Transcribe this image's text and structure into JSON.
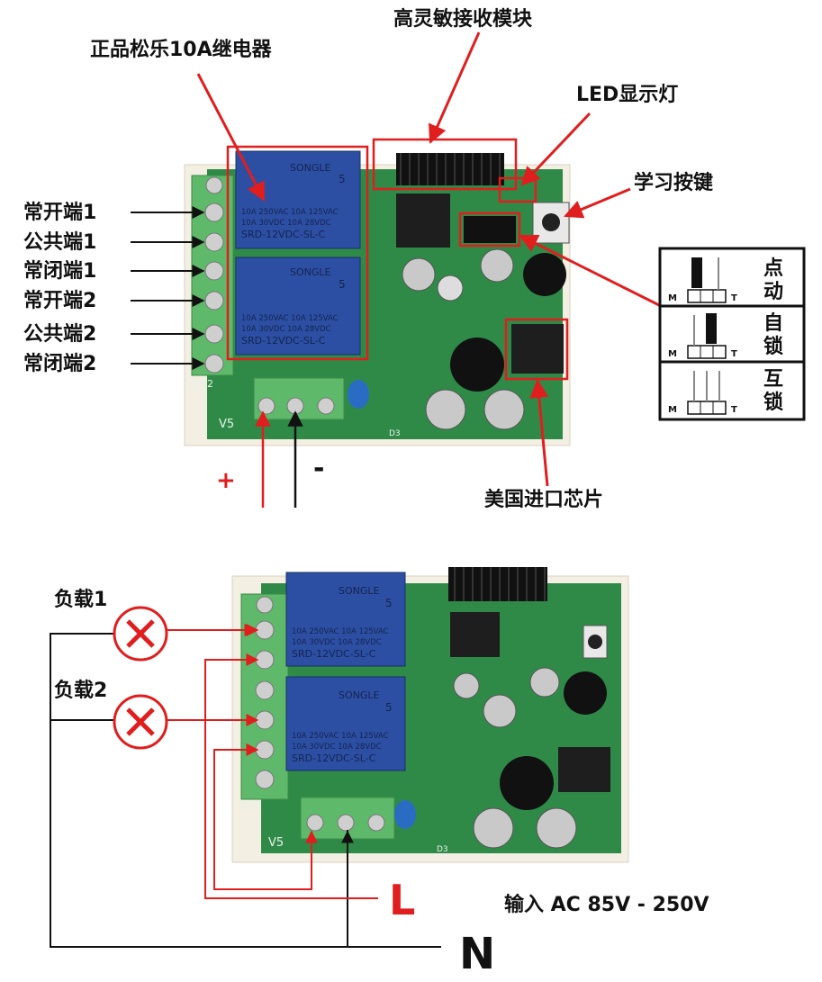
{
  "top_labels": {
    "relay": "正品松乐10A继电器",
    "receiver": "高灵敏接收模块",
    "led": "LED显示灯",
    "learn_button": "学习按键",
    "chip": "美国进口芯片"
  },
  "terminals_left": [
    "常开端1",
    "公共端1",
    "常闭端1",
    "常开端2",
    "公共端2",
    "常闭端2"
  ],
  "power": {
    "plus": "+",
    "minus": "-"
  },
  "modes": [
    {
      "line1": "点",
      "line2": "动"
    },
    {
      "line1": "自",
      "line2": "锁"
    },
    {
      "line1": "互",
      "line2": "锁"
    }
  ],
  "jumper_labels": {
    "m": "M",
    "t": "T"
  },
  "board": {
    "relay_brand": "SONGLE",
    "relay_spec1": "10A 250VAC  10A 125VAC",
    "relay_spec2": "10A  30VDC  10A  28VDC",
    "relay_model": "SRD-12VDC-SL-C",
    "relay_num": "5",
    "v5": "V5",
    "ch2": "CH2",
    "d3": "D3"
  },
  "bottom": {
    "load1": "负载1",
    "load2": "负载2",
    "live": "L",
    "neutral": "N",
    "input": "输入  AC  85V - 250V"
  },
  "colors": {
    "annotation_red": "#e01e1e",
    "pcb_green": "#2f8a48",
    "relay_blue": "#2c4fa3",
    "terminal_green": "#5fb96a"
  }
}
